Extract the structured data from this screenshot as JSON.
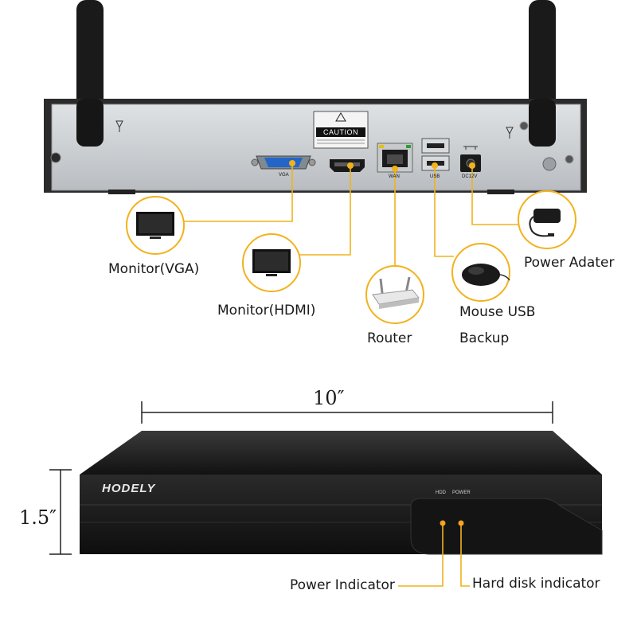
{
  "back_panel": {
    "caution": "CAUTION",
    "ports": {
      "vga": "VGA",
      "wan": "WAN",
      "usb": "USB",
      "dc": "DC12V"
    }
  },
  "callouts": {
    "monitor_vga": "Monitor(VGA)",
    "monitor_hdmi": "Monitor(HDMI)",
    "router": "Router",
    "mouse_usb": "Mouse USB",
    "backup": "Backup",
    "power_adapter": "Power Adater"
  },
  "front_panel": {
    "brand": "HODELY",
    "hdd_led": "HDD",
    "power_led": "POWER",
    "width_dim": "10″",
    "height_dim": "1.5″",
    "power_indicator": "Power Indicator",
    "hdd_indicator": "Hard disk indicator"
  },
  "colors": {
    "accent": "#f2b21c",
    "chassis_front": "#1b1b1b",
    "panel_back": "#c9cdd0"
  }
}
